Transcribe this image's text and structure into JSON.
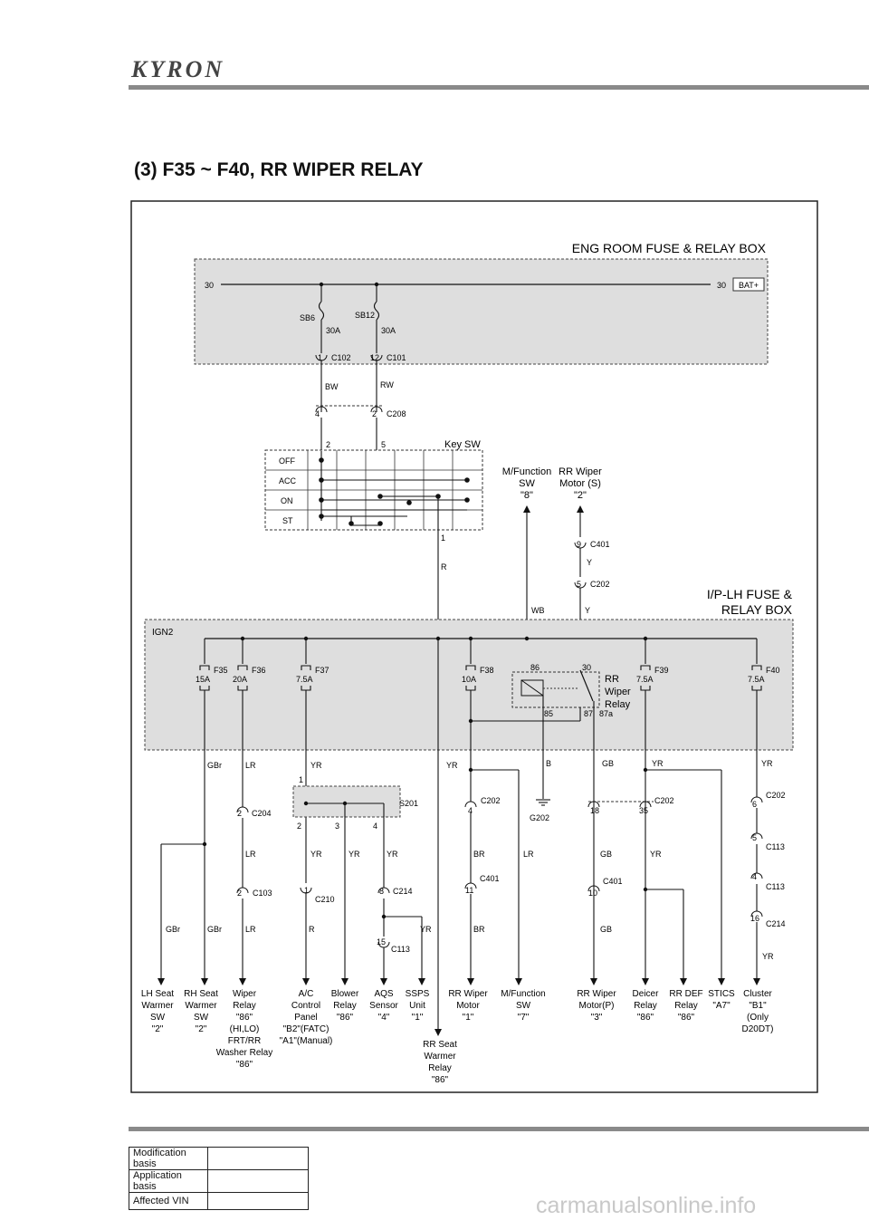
{
  "header": {
    "brand": "KYRON",
    "title": "(3) F35 ~ F40, RR WIPER RELAY"
  },
  "boxes": {
    "eng_room": "ENG ROOM FUSE & RELAY BOX",
    "ip_lh_1": "I/P-LH FUSE &",
    "ip_lh_2": "RELAY BOX",
    "ign2": "IGN2",
    "bat": "BAT+"
  },
  "key_switch": {
    "title": "Key SW",
    "positions": [
      "OFF",
      "ACC",
      "ON",
      "ST"
    ],
    "pins": [
      "2",
      "5",
      "1"
    ]
  },
  "fuses": [
    {
      "name": "F35",
      "rating": "15A"
    },
    {
      "name": "F36",
      "rating": "20A"
    },
    {
      "name": "F37",
      "rating": "7.5A"
    },
    {
      "name": "F38",
      "rating": "10A"
    },
    {
      "name": "F39",
      "rating": "7.5A"
    },
    {
      "name": "F40",
      "rating": "7.5A"
    }
  ],
  "sb_fuses": [
    {
      "name": "SB6",
      "rating": "30A"
    },
    {
      "name": "SB12",
      "rating": "30A"
    }
  ],
  "relay": {
    "label": [
      "RR",
      "Wiper",
      "Relay"
    ],
    "pins": [
      "86",
      "30",
      "85",
      "87",
      "87a"
    ]
  },
  "splice": "S201",
  "ground": "G202",
  "labels": [
    "30",
    "30",
    "1",
    "C102",
    "12",
    "C101",
    "BW",
    "RW",
    "4",
    "2",
    "C208",
    "R",
    "WB",
    "Y",
    "9",
    "C401",
    "5",
    "C202",
    "GBr",
    "LR",
    "YR",
    "YR",
    "B",
    "GB",
    "YR",
    "YR",
    "2",
    "C204",
    "1",
    "2",
    "3",
    "4",
    "4",
    "C202",
    "18",
    "35",
    "C202",
    "6",
    "C202",
    "5",
    "C113",
    "4",
    "C113",
    "16",
    "C214",
    "LR",
    "YR",
    "YR",
    "YR",
    "BR",
    "LR",
    "GB",
    "YR",
    "2",
    "C103",
    "1",
    "C210",
    "8",
    "C214",
    "11",
    "C401",
    "10",
    "C401",
    "15",
    "C113",
    "GBr",
    "GBr",
    "LR",
    "R",
    "YR",
    "BR",
    "GB",
    "YR"
  ],
  "upper_components": [
    {
      "lines": [
        "M/Function",
        "SW",
        "\"8\""
      ]
    },
    {
      "lines": [
        "RR Wiper",
        "Motor (S)",
        "\"2\""
      ]
    }
  ],
  "components": [
    {
      "lines": [
        "LH Seat",
        "Warmer",
        "SW",
        "\"2\""
      ]
    },
    {
      "lines": [
        "RH Seat",
        "Warmer",
        "SW",
        "\"2\""
      ]
    },
    {
      "lines": [
        "Wiper",
        "Relay",
        "\"86\"",
        "(HI,LO)",
        "FRT/RR",
        "Washer Relay",
        "\"86\""
      ]
    },
    {
      "lines": [
        "A/C",
        "Control",
        "Panel",
        "\"B2\"(FATC)",
        "\"A1\"(Manual)"
      ]
    },
    {
      "lines": [
        "Blower",
        "Relay",
        "\"86\""
      ]
    },
    {
      "lines": [
        "AQS",
        "Sensor",
        "\"4\""
      ]
    },
    {
      "lines": [
        "SSPS",
        "Unit",
        "\"1\""
      ]
    },
    {
      "lines": [
        "RR Seat",
        "Warmer",
        "Relay",
        "\"86\""
      ]
    },
    {
      "lines": [
        "RR Wiper",
        "Motor",
        "\"1\""
      ]
    },
    {
      "lines": [
        "M/Function",
        "SW",
        "\"7\""
      ]
    },
    {
      "lines": [
        "RR Wiper",
        "Motor(P)",
        "\"3\""
      ]
    },
    {
      "lines": [
        "Deicer",
        "Relay",
        "\"86\""
      ]
    },
    {
      "lines": [
        "RR DEF",
        "Relay",
        "\"86\""
      ]
    },
    {
      "lines": [
        "STICS",
        "\"A7\""
      ]
    },
    {
      "lines": [
        "Cluster",
        "\"B1\"",
        "(Only",
        "D20DT)"
      ]
    }
  ],
  "footer": {
    "rows": [
      {
        "label": "Modification basis",
        "value": ""
      },
      {
        "label": "Application basis",
        "value": ""
      },
      {
        "label": "Affected VIN",
        "value": ""
      }
    ],
    "url": "carmanualsonline.info"
  }
}
